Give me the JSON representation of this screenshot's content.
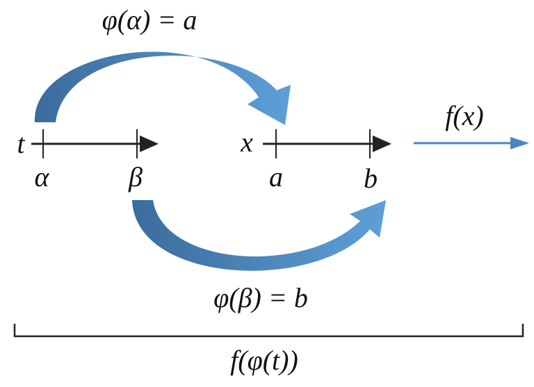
{
  "labels": {
    "top_mapping": "φ(α) = a",
    "bottom_mapping": "φ(β) = b",
    "f_of_x": "f(x)",
    "composition": "f(φ(t))",
    "t_axis": "t",
    "x_axis": "x",
    "alpha": "α",
    "beta": "β",
    "a": "a",
    "b": "b"
  },
  "colors": {
    "arrow_dark": "#3a6c9c",
    "arrow_light": "#5e9fd8",
    "axis": "#222222"
  }
}
